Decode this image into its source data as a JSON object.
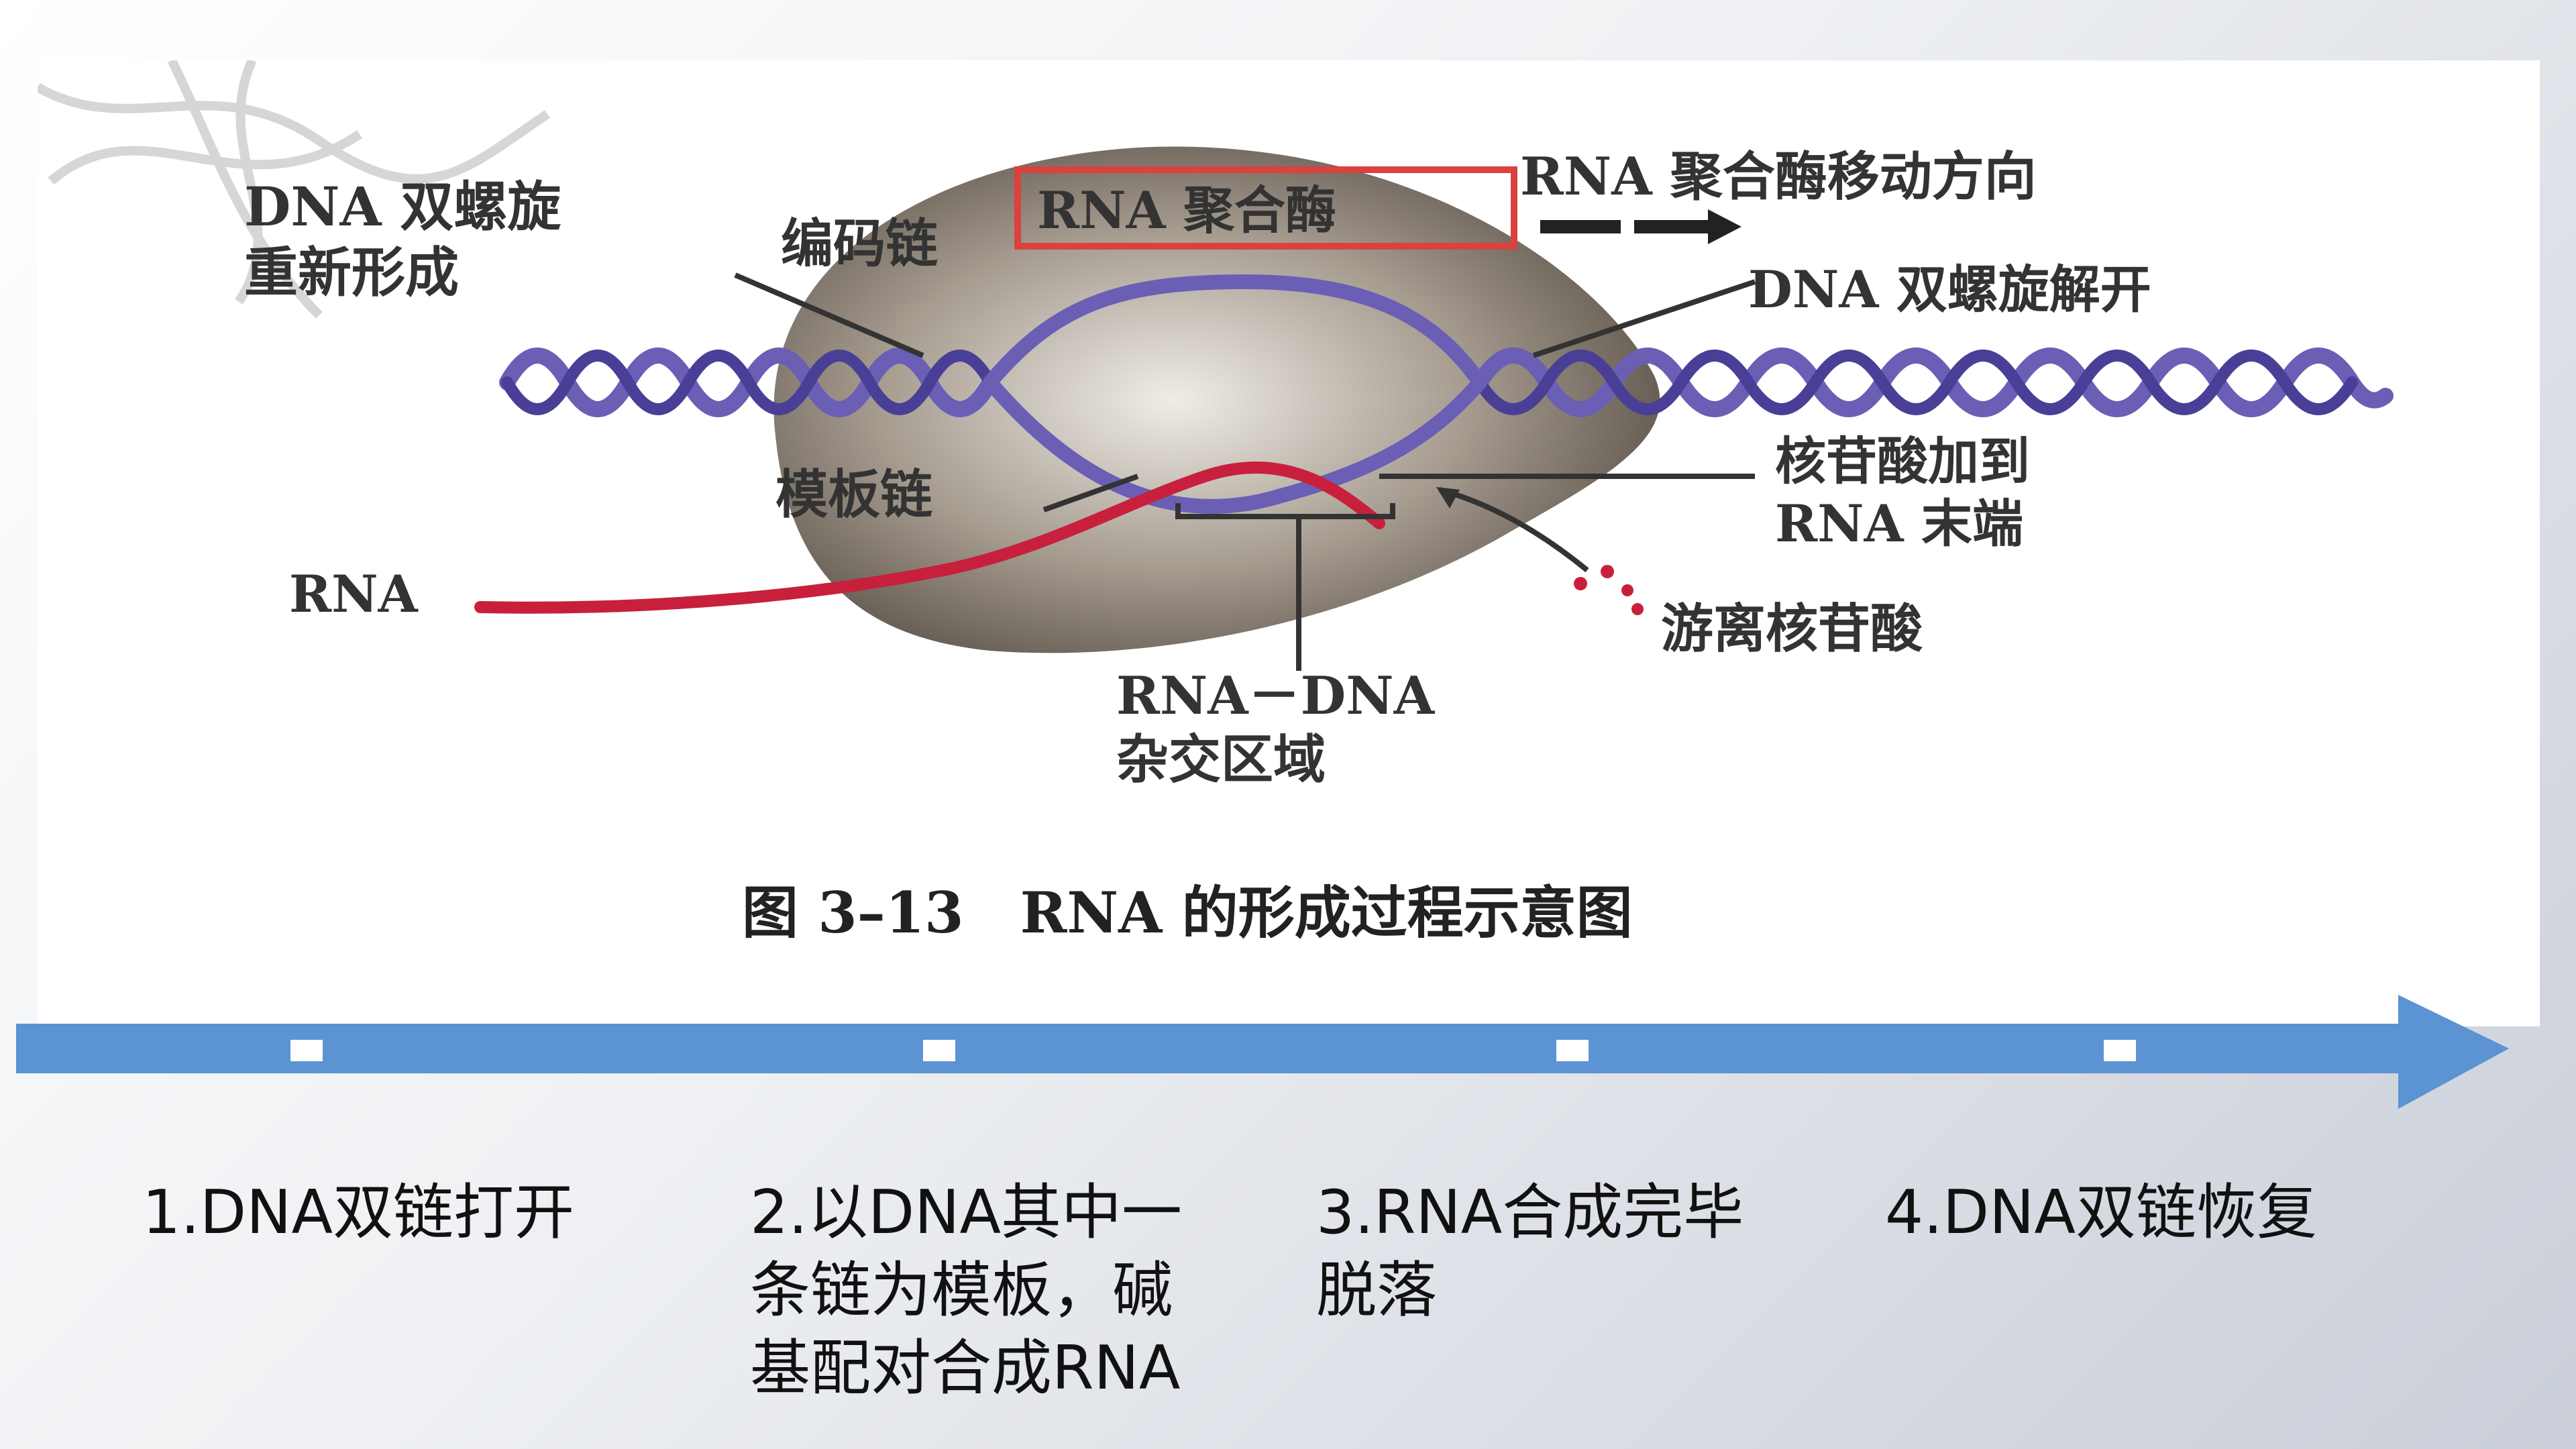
{
  "diagram": {
    "labels": {
      "dna_reform": "DNA 双螺旋\n重新形成",
      "coding_strand": "编码链",
      "rna_polymerase": "RNA 聚合酶",
      "direction": "RNA 聚合酶移动方向",
      "dna_unwind": "DNA 双螺旋解开",
      "template_strand": "模板链",
      "nucleotide_add": "核苷酸加到\nRNA 末端",
      "rna": "RNA",
      "free_nucleotides": "游离核苷酸",
      "hybrid_region": "RNA－DNA\n杂交区域",
      "caption": "图 3–13　RNA 的形成过程示意图"
    },
    "colors": {
      "enzyme": "#8a7e72",
      "dna_strand": "#6a5fb5",
      "rna_strand": "#c8203c",
      "highlight_box": "#d9423e"
    }
  },
  "timeline": {
    "color": "#5b93d3",
    "steps": [
      "1.DNA双链打开",
      "2.以DNA其中一\n条链为模板，碱\n基配对合成RNA",
      "3.RNA合成完毕\n脱落",
      "4.DNA双链恢复"
    ]
  }
}
